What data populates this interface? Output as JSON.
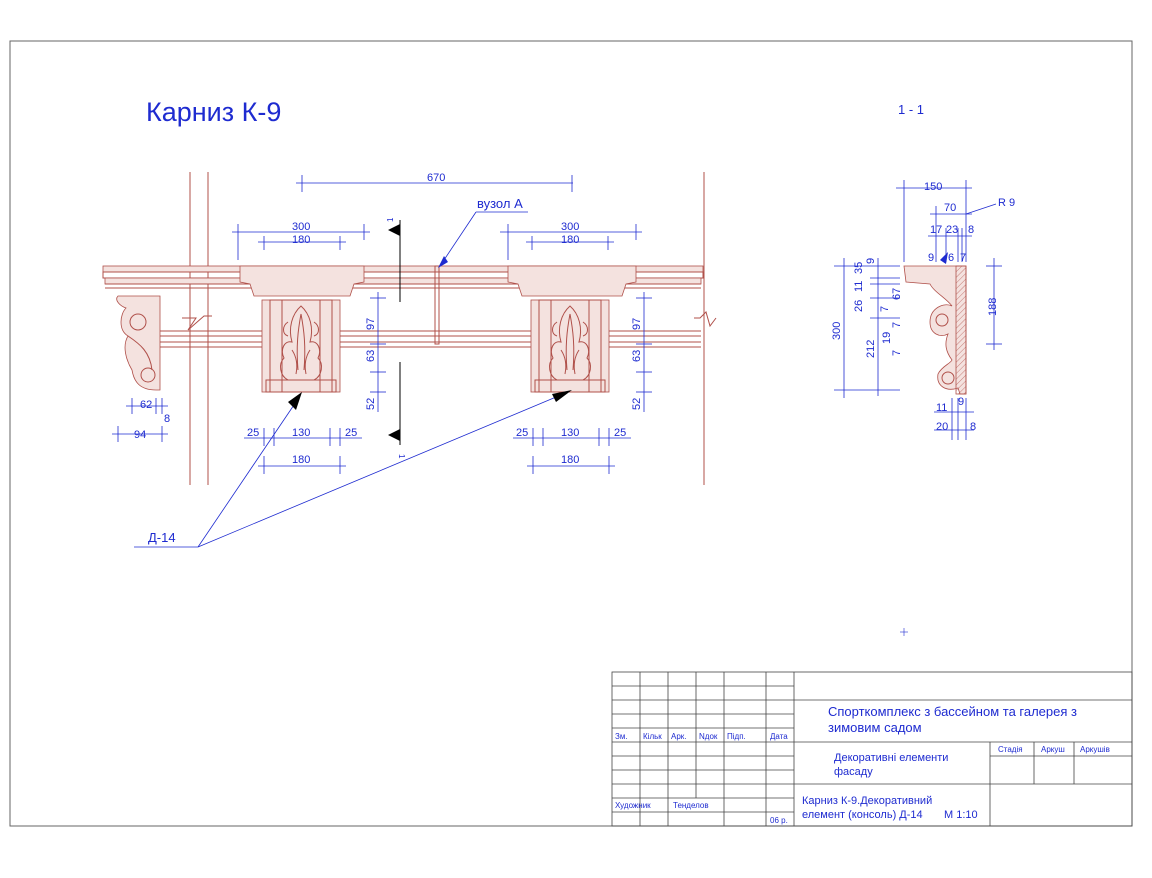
{
  "drawing": {
    "title": "Карниз К-9",
    "section_label": "1 - 1",
    "node_label": "вузол А",
    "element_label": "Д-14",
    "section_mark": "1"
  },
  "front_dims": {
    "d670": "670",
    "left_300": "300",
    "left_180_top": "180",
    "right_300": "300",
    "right_180_top": "180",
    "d62": "62",
    "d8": "8",
    "d94": "94",
    "left_25a": "25",
    "left_130": "130",
    "left_25b": "25",
    "left_180_bot": "180",
    "right_25a": "25",
    "right_130": "130",
    "right_25b": "25",
    "right_180_bot": "180",
    "v97_l": "97",
    "v63_l": "63",
    "v52_l": "52",
    "v97_r": "97",
    "v63_r": "63",
    "v52_r": "52"
  },
  "section_dims": {
    "d150": "150",
    "d70": "70",
    "r9": "R 9",
    "d17": "17",
    "d23": "23",
    "d8a": "8",
    "d9a": "9",
    "d6": "6",
    "d7a": "7",
    "v35": "35",
    "v9": "9",
    "v11": "11",
    "v26": "26",
    "v67": "67",
    "v7a": "7",
    "v7b": "7",
    "v19": "19",
    "v7c": "7",
    "v300": "300",
    "v212": "212",
    "v188": "188",
    "b11": "11",
    "b9": "9",
    "b20": "20",
    "b8": "8"
  },
  "title_block": {
    "project": "Спорткомплекс з бассейном та галерея з",
    "project2": "зимовим садом",
    "sheet_name": "Декоративні елементи",
    "sheet_name2": "фасаду",
    "drawing_name": "Карниз К-9.Декоративний",
    "drawing_name2": "елемент (консоль) Д-14",
    "scale": "М 1:10",
    "col_zm": "Зм.",
    "col_kilk": "Кільк",
    "col_ark": "Арк.",
    "col_ndok": "Nдок",
    "col_pidp": "Підп.",
    "col_data": "Дата",
    "stage": "Стадія",
    "sheet": "Аркуш",
    "sheets": "Аркушів",
    "role": "Художник",
    "person": "Тенделов",
    "year": "06 р."
  },
  "colors": {
    "annotation": "#1e2bd0",
    "architecture": "#b0504a",
    "frame": "#666666"
  }
}
